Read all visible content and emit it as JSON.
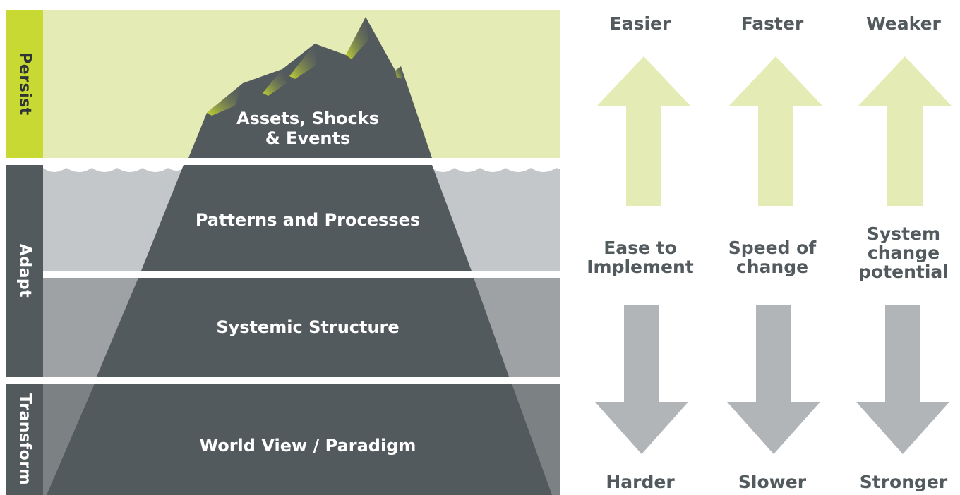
{
  "bands": {
    "persist": "Persist",
    "adapt": "Adapt",
    "transform": "Transform"
  },
  "iceberg": {
    "tip_line1": "Assets, Shocks",
    "tip_line2": "& Events",
    "layer2": "Patterns and Processes",
    "layer3": "Systemic Structure",
    "layer4": "World View / Paradigm"
  },
  "columns": [
    {
      "top": "Easier",
      "label_lines": [
        "Ease to",
        "Implement"
      ],
      "bottom": "Harder"
    },
    {
      "top": "Faster",
      "label_lines": [
        "Speed of",
        "change"
      ],
      "bottom": "Slower"
    },
    {
      "top": "Weaker",
      "label_lines": [
        "System",
        "change",
        "potential"
      ],
      "bottom": "Stronger"
    }
  ],
  "colors": {
    "persist_band": "#c7d932",
    "persist_bg": "#e4ebb4",
    "ice": "#535a5e",
    "water_upper": "#c4c7c9",
    "water_mid": "#9ea2a5",
    "water_deep": "#7c8184",
    "arrow_up": "#e4ebb4",
    "arrow_down": "#b2b5b8",
    "text_dark": "#535a5e"
  }
}
